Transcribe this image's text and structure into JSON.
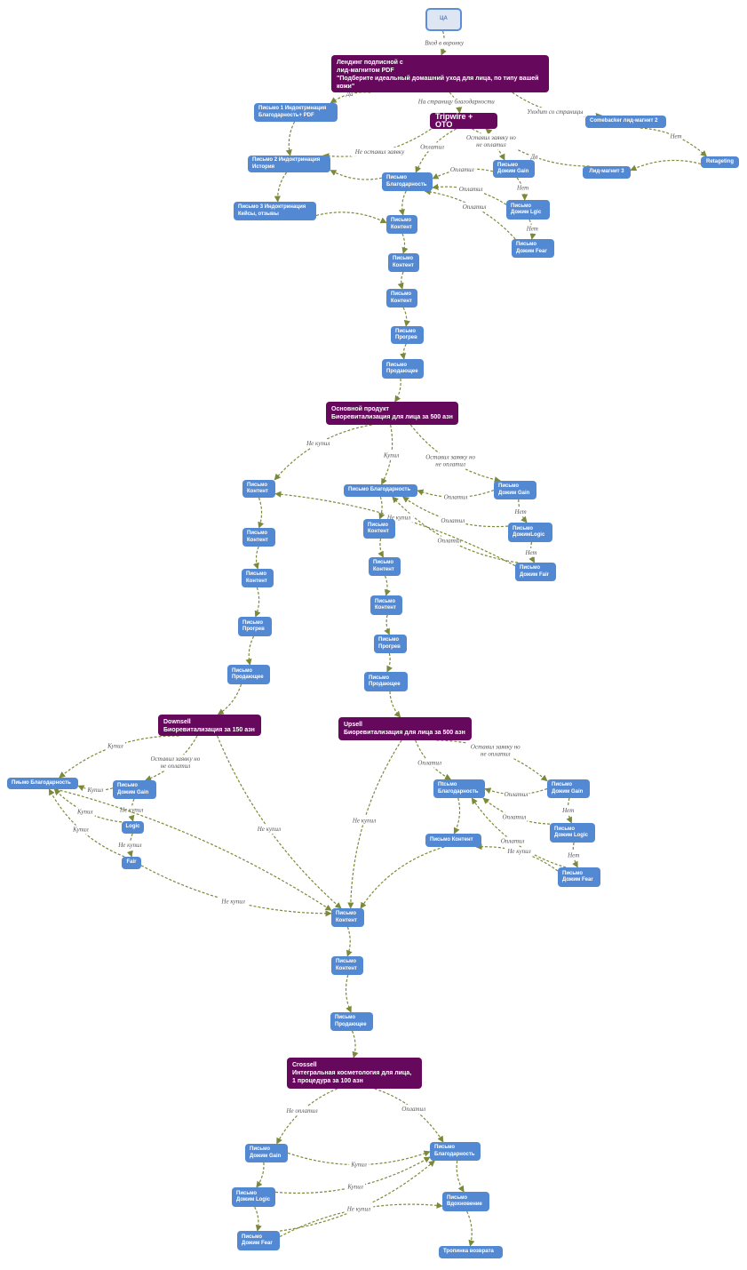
{
  "colors": {
    "node": "#5389d3",
    "node_accent": "#66085c",
    "edge": "#7a8a38",
    "start_fill": "#dde6f2",
    "start_border": "#5a8fd8"
  },
  "nodes": [
    {
      "id": "ca",
      "text": "ЦА",
      "type": "start"
    },
    {
      "id": "landing",
      "text": "Лендинг подписной с\nлид-магнитом PDF\n\"Подберите идеальный домашний уход для лица, по типу вашей кожи\"",
      "type": "accent"
    },
    {
      "id": "l1",
      "text": "Письмо 1 Индоктринация\nБлагодарность+ PDF",
      "type": "node"
    },
    {
      "id": "tw",
      "text": "Tripwire + OTO",
      "type": "accent"
    },
    {
      "id": "cb",
      "text": "Comebacker лид-магнит 2",
      "type": "node"
    },
    {
      "id": "rt",
      "text": "Retageting",
      "type": "node"
    },
    {
      "id": "lm3",
      "text": "Лид-магнит 3",
      "type": "node"
    },
    {
      "id": "l2",
      "text": "Письмо 2 Индоктринация\nИстория",
      "type": "node"
    },
    {
      "id": "tgain",
      "text": "Письмо\nДожим Gain",
      "type": "node"
    },
    {
      "id": "tthx",
      "text": "Письмо\nБлагодарность",
      "type": "node"
    },
    {
      "id": "tlogic",
      "text": "Письмо\nДожим Lgic",
      "type": "node"
    },
    {
      "id": "tfear",
      "text": "Письмо\nДожим Fear",
      "type": "node"
    },
    {
      "id": "l3",
      "text": "Письмо 3 Индоктринация\nКейсы, отзывы",
      "type": "node"
    },
    {
      "id": "c1",
      "text": "Письмо\nКонтент",
      "type": "node"
    },
    {
      "id": "c2",
      "text": "Письмо\nКонтент",
      "type": "node"
    },
    {
      "id": "c3",
      "text": "Письмо\nКонтент",
      "type": "node"
    },
    {
      "id": "pr1",
      "text": "Письмо\nПрогрев",
      "type": "node"
    },
    {
      "id": "s1",
      "text": "Письмо\nПродающее",
      "type": "node"
    },
    {
      "id": "main",
      "text": "Основной продукт\nБиоревитализация для лица за 500 азн",
      "type": "accent"
    },
    {
      "id": "mthx",
      "text": "Письмо Благодарность",
      "type": "node"
    },
    {
      "id": "mgain",
      "text": "Письмо\nДожим Gain",
      "type": "node"
    },
    {
      "id": "mlogic",
      "text": "Письмо\nДожимLogic",
      "type": "node"
    },
    {
      "id": "mfair",
      "text": "Письмо\nДожим Fair",
      "type": "node"
    },
    {
      "id": "lc1",
      "text": "Письмо\nКонтент",
      "type": "node"
    },
    {
      "id": "lc2",
      "text": "Письмо\nКонтент",
      "type": "node"
    },
    {
      "id": "lc3",
      "text": "Письмо\nКонтент",
      "type": "node"
    },
    {
      "id": "lpr",
      "text": "Письмо\nПрогрев",
      "type": "node"
    },
    {
      "id": "ls",
      "text": "Письмо\nПродающее",
      "type": "node"
    },
    {
      "id": "mc1",
      "text": "Письмо\nКонтент",
      "type": "node"
    },
    {
      "id": "mc2",
      "text": "Письмо\nКонтент",
      "type": "node"
    },
    {
      "id": "mc3",
      "text": "Письмо\nКонтент",
      "type": "node"
    },
    {
      "id": "mpr",
      "text": "Письмо\nПрогрев",
      "type": "node"
    },
    {
      "id": "ms",
      "text": "Письмо\nПродающее",
      "type": "node"
    },
    {
      "id": "down",
      "text": "Downsell\nБиоревитализация за 150 азн",
      "type": "accent"
    },
    {
      "id": "up",
      "text": "Upsell\nБиоревитализация для лица за 500 азн",
      "type": "accent"
    },
    {
      "id": "dthx",
      "text": "Пиьмо Благодарность",
      "type": "node"
    },
    {
      "id": "dgain",
      "text": "Письмо\nДожим Gain",
      "type": "node"
    },
    {
      "id": "dlogic",
      "text": "Logic",
      "type": "node"
    },
    {
      "id": "dfair",
      "text": "Fair",
      "type": "node"
    },
    {
      "id": "uthx",
      "text": "Пtсьмо\nБлагодарность",
      "type": "node"
    },
    {
      "id": "ugain",
      "text": "Письмо\nДожим Gain",
      "type": "node"
    },
    {
      "id": "ulogic",
      "text": "Письмо\nДожим Logic",
      "type": "node"
    },
    {
      "id": "ufear",
      "text": "Письмо\nДожим Fear",
      "type": "node"
    },
    {
      "id": "uc",
      "text": "Письмо Контент",
      "type": "node"
    },
    {
      "id": "j1",
      "text": "Письмо\nКонтент",
      "type": "node"
    },
    {
      "id": "j2",
      "text": "Письмо\nКонтент",
      "type": "node"
    },
    {
      "id": "js",
      "text": "Письмо\nПродающее",
      "type": "node"
    },
    {
      "id": "cross",
      "text": "Crossell\nИнтегральная косметология для лица,\n1 процедура за 100 азн",
      "type": "accent"
    },
    {
      "id": "cgain",
      "text": "Письмо\nДожим Gain",
      "type": "node"
    },
    {
      "id": "cthx",
      "text": "Письмо\nБлагодарность",
      "type": "node"
    },
    {
      "id": "clogic",
      "text": "Письмо\nДожим Logic",
      "type": "node"
    },
    {
      "id": "cvd",
      "text": "Письмо\nВдохновение",
      "type": "node"
    },
    {
      "id": "cfear",
      "text": "Письмо\nДожим Fear",
      "type": "node"
    },
    {
      "id": "path",
      "text": "Тропинка возврата",
      "type": "node"
    }
  ],
  "edges": [
    {
      "from": "ca",
      "to": "landing",
      "label": "Вход в воронку"
    },
    {
      "from": "landing",
      "to": "l1",
      "label": "Да"
    },
    {
      "from": "landing",
      "to": "tw",
      "label": "На страницу благодарности"
    },
    {
      "from": "landing",
      "to": "cb",
      "label": "Уходит со страницы"
    },
    {
      "from": "cb",
      "to": "rt",
      "label": "Нет"
    },
    {
      "from": "rt",
      "to": "lm3",
      "label": ""
    },
    {
      "from": "lm3",
      "to": "tw",
      "label": "Да"
    },
    {
      "from": "l1",
      "to": "l2",
      "label": ""
    },
    {
      "from": "tw",
      "to": "l2",
      "label": "Не оставил заявку"
    },
    {
      "from": "tw",
      "to": "tthx",
      "label": "Оплатил"
    },
    {
      "from": "tw",
      "to": "tgain",
      "label": "Оставил заявку но\nне оплатил"
    },
    {
      "from": "tgain",
      "to": "tthx",
      "label": "Оплатил"
    },
    {
      "from": "tgain",
      "to": "tlogic",
      "label": "Нет"
    },
    {
      "from": "tlogic",
      "to": "tthx",
      "label": "Оплатил"
    },
    {
      "from": "tlogic",
      "to": "tfear",
      "label": "Нет"
    },
    {
      "from": "tfear",
      "to": "tthx",
      "label": "Оплатил"
    },
    {
      "from": "tthx",
      "to": "l2",
      "label": ""
    },
    {
      "from": "l2",
      "to": "l3",
      "label": ""
    },
    {
      "from": "l3",
      "to": "c1",
      "label": ""
    },
    {
      "from": "tthx",
      "to": "c1",
      "label": ""
    },
    {
      "from": "c1",
      "to": "c2",
      "label": ""
    },
    {
      "from": "c2",
      "to": "c3",
      "label": ""
    },
    {
      "from": "c3",
      "to": "pr1",
      "label": ""
    },
    {
      "from": "pr1",
      "to": "s1",
      "label": ""
    },
    {
      "from": "s1",
      "to": "main",
      "label": ""
    },
    {
      "from": "main",
      "to": "lc1",
      "label": "Не купил"
    },
    {
      "from": "main",
      "to": "mthx",
      "label": "Купил"
    },
    {
      "from": "main",
      "to": "mgain",
      "label": "Оставил заявку но\nне оплатил"
    },
    {
      "from": "mgain",
      "to": "mthx",
      "label": "Оплатил"
    },
    {
      "from": "mgain",
      "to": "mlogic",
      "label": "Нет"
    },
    {
      "from": "mlogic",
      "to": "mthx",
      "label": "Оплатил"
    },
    {
      "from": "mlogic",
      "to": "mfair",
      "label": "Нет"
    },
    {
      "from": "mfair",
      "to": "mthx",
      "label": "Оплатил"
    },
    {
      "from": "mfair",
      "to": "lc1",
      "label": "Не купил"
    },
    {
      "from": "mthx",
      "to": "mc1",
      "label": ""
    },
    {
      "from": "mc1",
      "to": "mc2",
      "label": ""
    },
    {
      "from": "mc2",
      "to": "mc3",
      "label": ""
    },
    {
      "from": "mc3",
      "to": "mpr",
      "label": ""
    },
    {
      "from": "mpr",
      "to": "ms",
      "label": ""
    },
    {
      "from": "ms",
      "to": "up",
      "label": ""
    },
    {
      "from": "lc1",
      "to": "lc2",
      "label": ""
    },
    {
      "from": "lc2",
      "to": "lc3",
      "label": ""
    },
    {
      "from": "lc3",
      "to": "lpr",
      "label": ""
    },
    {
      "from": "lpr",
      "to": "ls",
      "label": ""
    },
    {
      "from": "ls",
      "to": "down",
      "label": ""
    },
    {
      "from": "down",
      "to": "dthx",
      "label": "Купил"
    },
    {
      "from": "down",
      "to": "dgain",
      "label": "Оставил заявку но\nне оплатил"
    },
    {
      "from": "down",
      "to": "j1",
      "label": "Не купил"
    },
    {
      "from": "dgain",
      "to": "dthx",
      "label": "Купил"
    },
    {
      "from": "dgain",
      "to": "dlogic",
      "label": "Не купил"
    },
    {
      "from": "dlogic",
      "to": "dthx",
      "label": "Купил"
    },
    {
      "from": "dlogic",
      "to": "dfair",
      "label": "Не купил"
    },
    {
      "from": "dfair",
      "to": "dthx",
      "label": "Купил"
    },
    {
      "from": "dfair",
      "to": "j1",
      "label": "Не купил"
    },
    {
      "from": "dthx",
      "to": "j1",
      "label": ""
    },
    {
      "from": "up",
      "to": "uthx",
      "label": "Оплатил"
    },
    {
      "from": "up",
      "to": "ugain",
      "label": "Оставил заявку но\nне оплатил"
    },
    {
      "from": "up",
      "to": "j1",
      "label": "Не купил"
    },
    {
      "from": "ugain",
      "to": "uthx",
      "label": "Оплатил"
    },
    {
      "from": "ugain",
      "to": "ulogic",
      "label": "Нет"
    },
    {
      "from": "ulogic",
      "to": "uthx",
      "label": "Оплатил"
    },
    {
      "from": "ulogic",
      "to": "ufear",
      "label": "Нет"
    },
    {
      "from": "ufear",
      "to": "uthx",
      "label": "Оплатил"
    },
    {
      "from": "ufear",
      "to": "uc",
      "label": "Не купил"
    },
    {
      "from": "uthx",
      "to": "uc",
      "label": ""
    },
    {
      "from": "uc",
      "to": "j1",
      "label": ""
    },
    {
      "from": "j1",
      "to": "j2",
      "label": ""
    },
    {
      "from": "j2",
      "to": "js",
      "label": ""
    },
    {
      "from": "js",
      "to": "cross",
      "label": ""
    },
    {
      "from": "cross",
      "to": "cgain",
      "label": "Не оплатил"
    },
    {
      "from": "cross",
      "to": "cthx",
      "label": "Оплатил"
    },
    {
      "from": "cgain",
      "to": "cthx",
      "label": "Купил"
    },
    {
      "from": "cgain",
      "to": "clogic",
      "label": ""
    },
    {
      "from": "clogic",
      "to": "cthx",
      "label": "Купил"
    },
    {
      "from": "clogic",
      "to": "cfear",
      "label": ""
    },
    {
      "from": "cfear",
      "to": "cthx",
      "label": "Купил"
    },
    {
      "from": "cfear",
      "to": "cvd",
      "label": "Не купил"
    },
    {
      "from": "cthx",
      "to": "cvd",
      "label": ""
    },
    {
      "from": "cvd",
      "to": "path",
      "label": ""
    }
  ]
}
